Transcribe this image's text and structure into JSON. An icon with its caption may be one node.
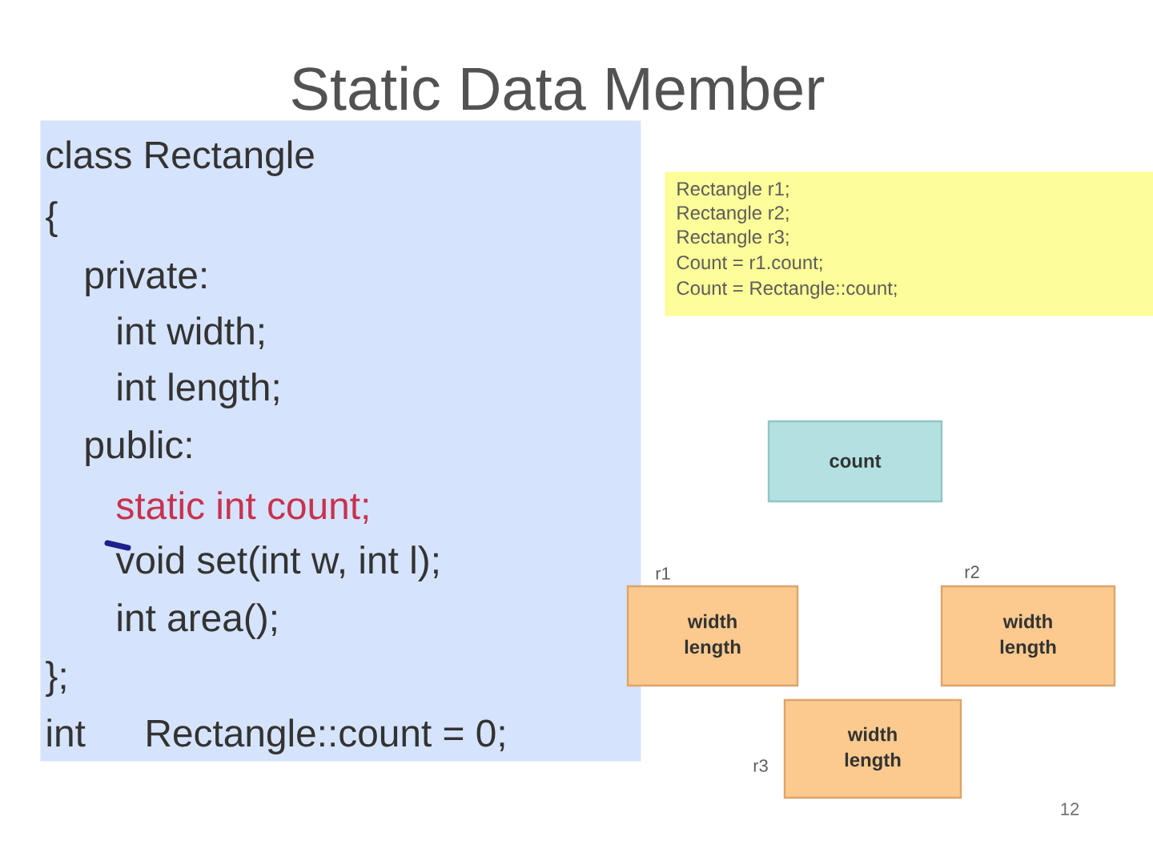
{
  "diagram": {
    "title": "Static Data Member",
    "nodes": [
      {
        "text": [
          "class Rectangle",
          "{",
          "private:",
          "int width;",
          "int length;",
          "public:",
          "static int count;",
          "void set(int w, int l);",
          "int area();",
          "};",
          "int",
          "Rectangle::count = 0;"
        ]
      },
      {
        "text": [
          "Rectangle r1;",
          "Rectangle r2;",
          "Rectangle r3;",
          "Count = r1.count;",
          "Count = Rectangle::count;"
        ]
      },
      {
        "text": [
          "count"
        ]
      },
      {
        "text": [
          "width",
          "length"
        ],
        "beside": [
          "r1"
        ]
      },
      {
        "text": [
          "width",
          "length"
        ],
        "beside": [
          "r2"
        ]
      },
      {
        "text": [
          "width",
          "length"
        ],
        "beside": [
          "r3"
        ]
      }
    ],
    "labels": [
      "12"
    ]
  }
}
